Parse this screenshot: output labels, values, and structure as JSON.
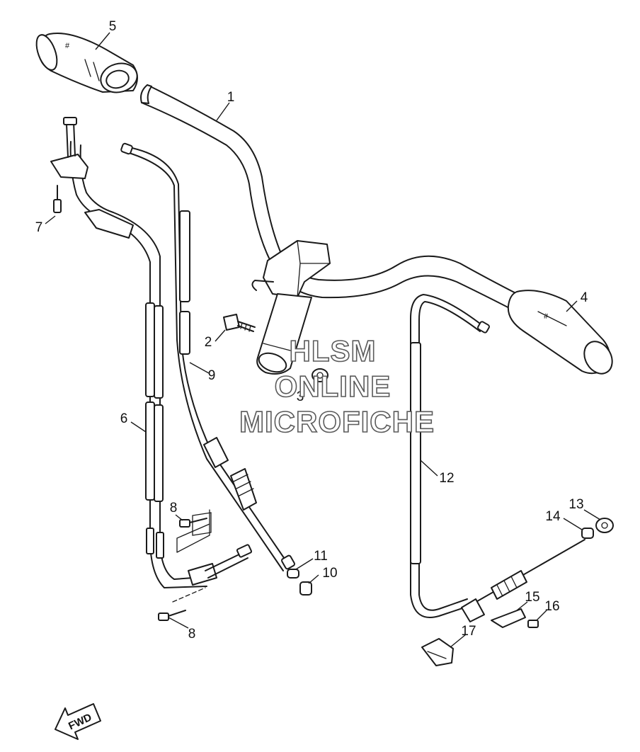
{
  "diagram": {
    "callouts": [
      {
        "id": "1",
        "label": "1"
      },
      {
        "id": "2",
        "label": "2"
      },
      {
        "id": "3",
        "label": "3"
      },
      {
        "id": "4",
        "label": "4"
      },
      {
        "id": "5",
        "label": "5"
      },
      {
        "id": "6",
        "label": "6"
      },
      {
        "id": "7",
        "label": "7"
      },
      {
        "id": "8a",
        "label": "8"
      },
      {
        "id": "8b",
        "label": "8"
      },
      {
        "id": "9",
        "label": "9"
      },
      {
        "id": "10",
        "label": "10"
      },
      {
        "id": "11",
        "label": "11"
      },
      {
        "id": "12",
        "label": "12"
      },
      {
        "id": "13",
        "label": "13"
      },
      {
        "id": "14",
        "label": "14"
      },
      {
        "id": "15",
        "label": "15"
      },
      {
        "id": "16",
        "label": "16"
      },
      {
        "id": "17",
        "label": "17"
      }
    ],
    "watermark": {
      "line1": "HLSM",
      "line2": "ONLINE",
      "line3": "MICROFICHE"
    },
    "direction_label": "FWD"
  }
}
